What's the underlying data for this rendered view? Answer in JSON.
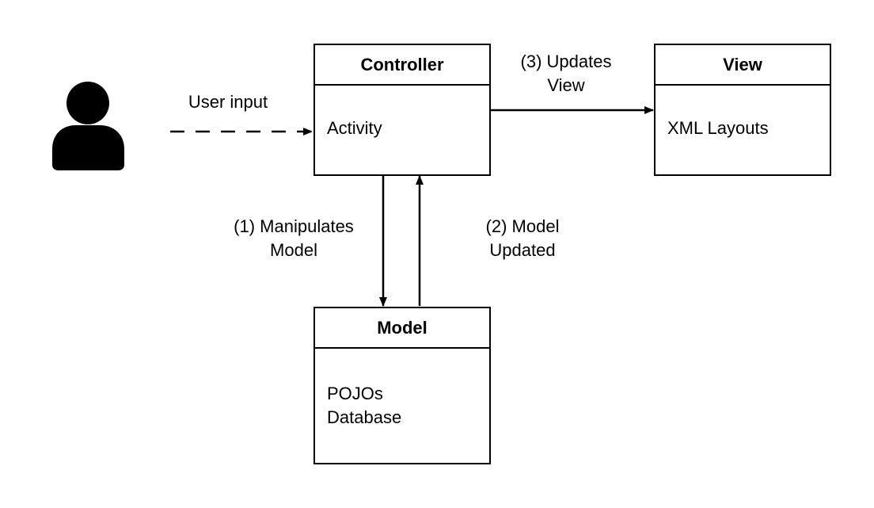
{
  "user": {
    "icon": "user-icon"
  },
  "controller": {
    "title": "Controller",
    "body": [
      "Activity"
    ]
  },
  "view": {
    "title": "View",
    "body": [
      "XML Layouts"
    ]
  },
  "model": {
    "title": "Model",
    "body": [
      "POJOs",
      "Database"
    ]
  },
  "edges": {
    "user_input": "User input",
    "updates_view": [
      "(3) Updates",
      "View"
    ],
    "manipulates_model": [
      "(1)  Manipulates",
      "Model"
    ],
    "model_updated": [
      "(2)  Model",
      "Updated"
    ]
  },
  "colors": {
    "stroke": "#000000",
    "background": "#ffffff"
  }
}
